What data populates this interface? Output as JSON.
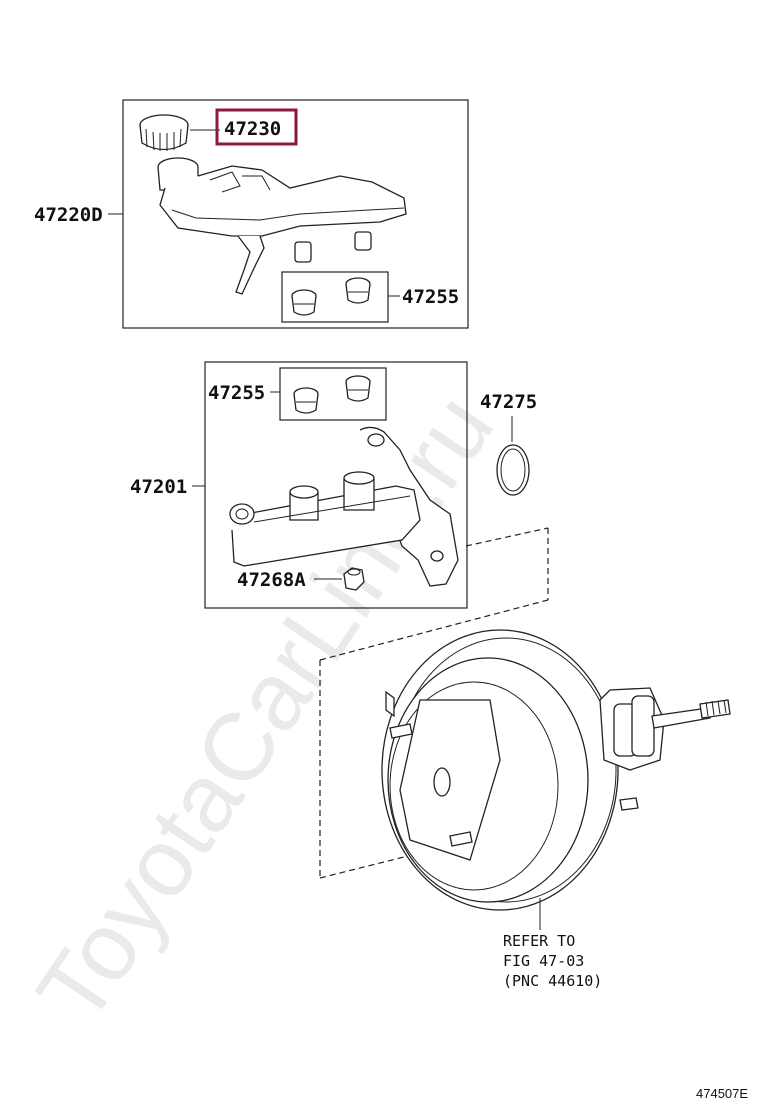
{
  "parts": {
    "cap": "47230",
    "reservoir": "47220D",
    "grommet_upper": "47255",
    "grommet_lower": "47255",
    "o_ring": "47275",
    "master_cylinder": "47201",
    "nut": "47268A"
  },
  "refer_note": {
    "line1": "REFER TO",
    "line2": "FIG 47-03",
    "line3": "(PNC 44610)"
  },
  "diagram_code": "474507E",
  "watermark": "ToyotaCarLine.ru",
  "highlight_color": "#8b1a3a"
}
